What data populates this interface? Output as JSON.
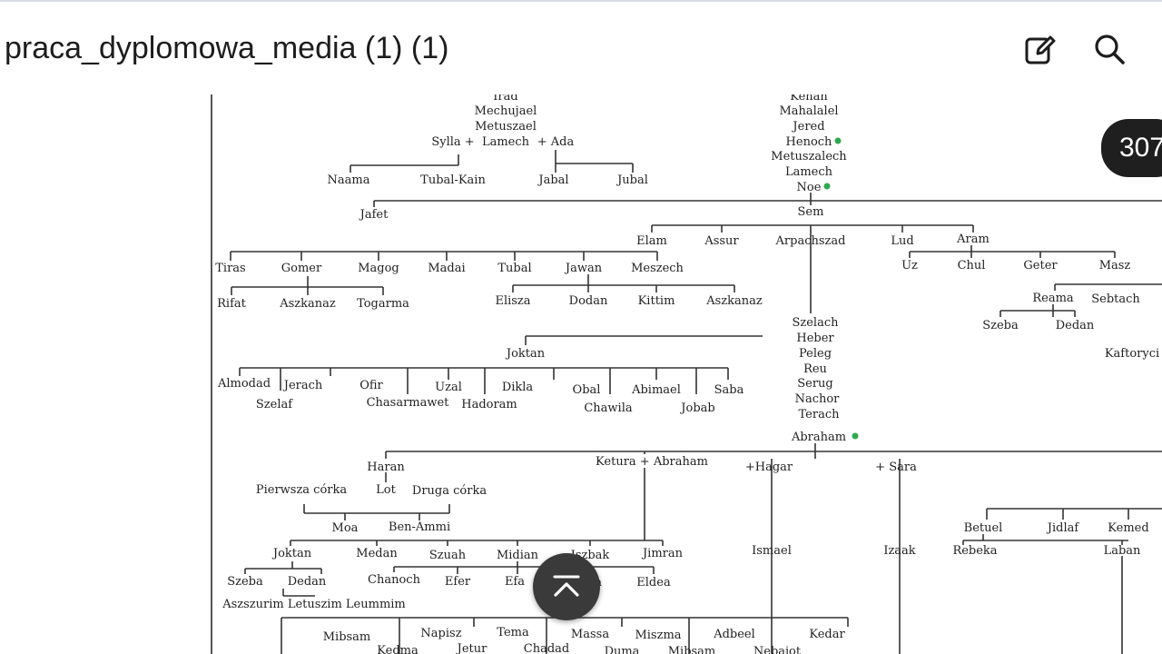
{
  "header": {
    "title": "praca_dyplomowa_media (1) (1)",
    "edit_icon": "edit-icon",
    "search_icon": "search-icon"
  },
  "page_indicator": {
    "text": "307"
  },
  "fab": {
    "icon": "chevron-up-icon"
  },
  "tree": {
    "labels": [
      "Irad",
      "Mechujael",
      "Metuszael",
      "Sylla +",
      "Lamech",
      "+ Ada",
      "Naama",
      "Tubal-Kain",
      "Jabal",
      "Jubal",
      "Kenan",
      "Mahalalel",
      "Jered",
      "Henoch",
      "Metuszalech",
      "Lamech",
      "Noe",
      "Sem",
      "Jafet",
      "Elam",
      "Assur",
      "Arpachszad",
      "Lud",
      "Aram",
      "Uz",
      "Chul",
      "Geter",
      "Masz",
      "Tiras",
      "Gomer",
      "Magog",
      "Madai",
      "Tubal",
      "Jawan",
      "Meszech",
      "Rifat",
      "Aszkanaz",
      "Togarma",
      "Elisza",
      "Dodan",
      "Kittim",
      "Aszkanaz",
      "Reama",
      "Sebtach",
      "Szeba",
      "Dedan",
      "Kaftoryci",
      "Szelach",
      "Heber",
      "Peleg",
      "Reu",
      "Serug",
      "Nachor",
      "Terach",
      "Abraham",
      "Joktan",
      "Almodad",
      "Jerach",
      "Ofir",
      "Uzal",
      "Dikla",
      "Obal",
      "Abimael",
      "Saba",
      "Szelaf",
      "Chasarmawet",
      "Hadoram",
      "Chawila",
      "Jobab",
      "Haran",
      "Ketura + Abraham",
      "+Hagar",
      "+ Sara",
      "Pierwsza córka",
      "Lot",
      "Druga córka",
      "Moa",
      "Ben-Ammi",
      "Joktan",
      "Medan",
      "Szuah",
      "Midian",
      "Iszbak",
      "Jimran",
      "Szeba",
      "Dedan",
      "Chanoch",
      "Efer",
      "Efa",
      "Abida",
      "Eldea",
      "Aszszurim Letuszim Leummim",
      "Ismael",
      "Izaak",
      "Betuel",
      "Jidlaf",
      "Kemed",
      "Rebeka",
      "Laban",
      "Mibsam",
      "Napisz",
      "Tema",
      "Massa",
      "Miszma",
      "Adbeel",
      "Kedar",
      "Kedma",
      "Jetur",
      "Chadad",
      "Duma",
      "Mibsam",
      "Nebajot"
    ]
  }
}
